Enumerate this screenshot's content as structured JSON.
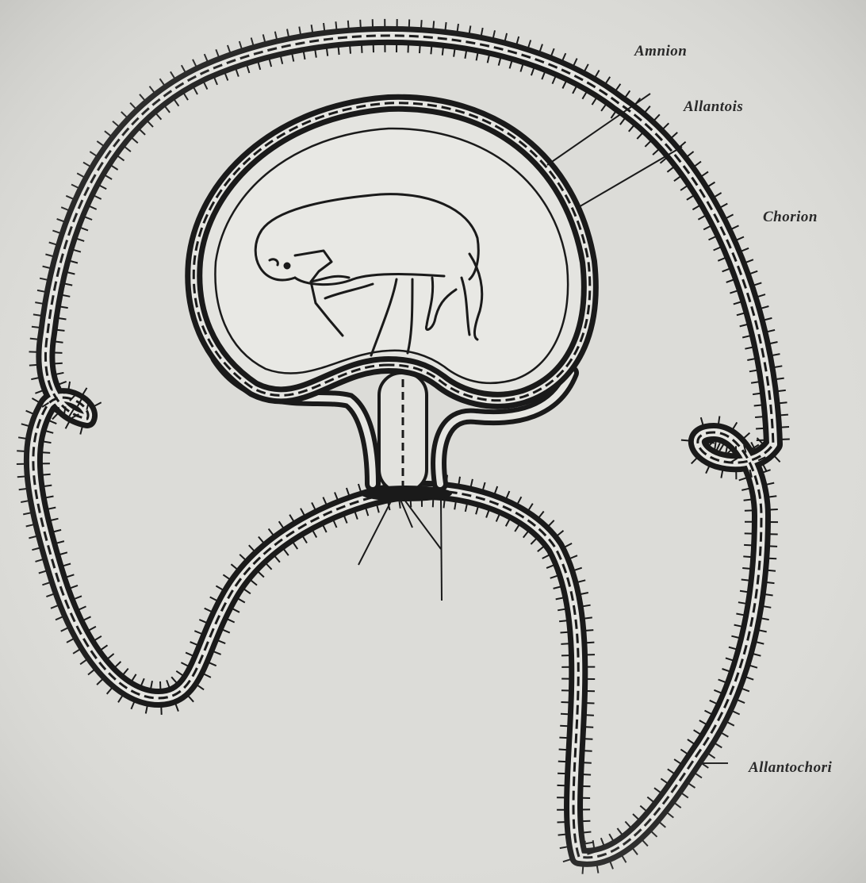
{
  "labels": {
    "amnion": "Amnion",
    "allantois": "Allantois",
    "chorion": "Chorion",
    "allantochorion": "Allantochori"
  },
  "colors": {
    "background": "#dcdcd8",
    "ink": "#1a1a1a",
    "membrane_fill": "#e6e6e2",
    "label": "#2a2a2a"
  }
}
